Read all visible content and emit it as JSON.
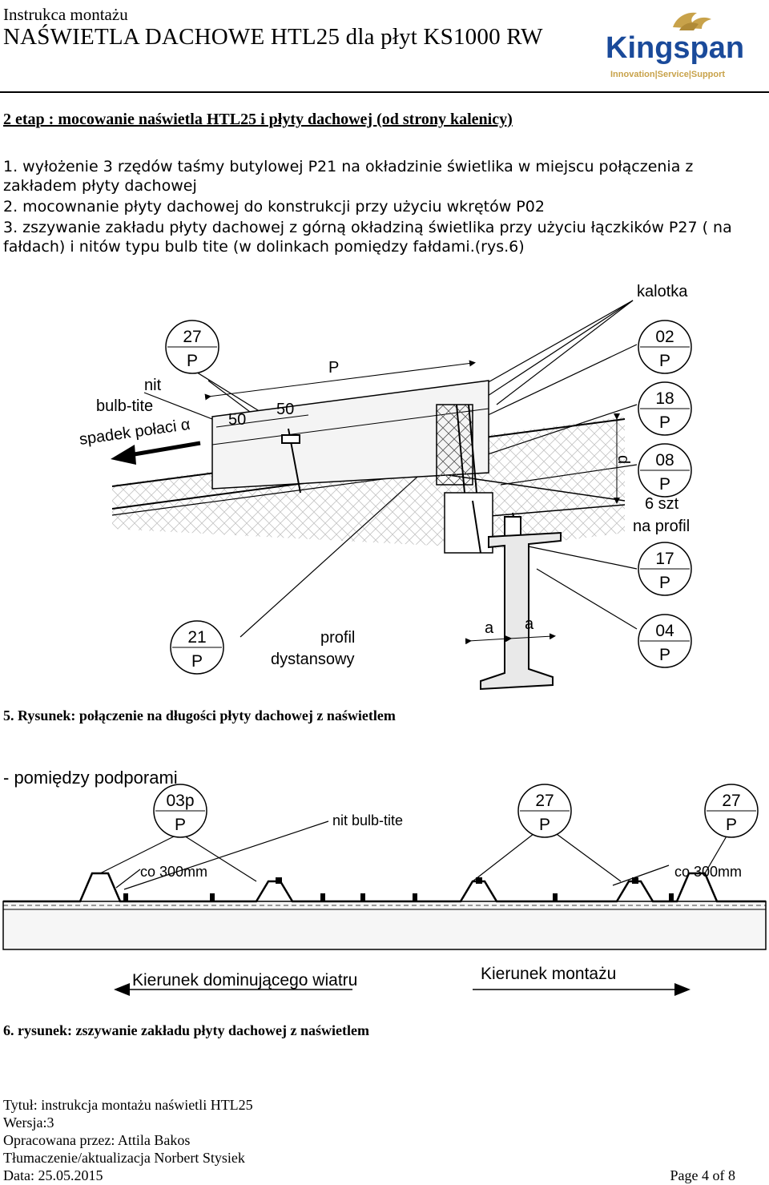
{
  "header": {
    "small_title": "Instrukca montażu",
    "big_title": "NAŚWIETLA DACHOWE HTL25 dla płyt KS1000 RW"
  },
  "logo": {
    "brand": "Kingspan",
    "tagline": "Innovation|Service|Support",
    "brand_color": "#1a4a9a",
    "accent_color": "#c8a24a"
  },
  "section": {
    "stage_heading": "2 etap : mocowanie naświetla HTL25 i płyty dachowej (od strony kalenicy)",
    "steps": [
      "1. wyłożenie 3 rzędów taśmy butylowej P21 na okładzinie świetlika w miejscu połączenia z zakładem płyty dachowej",
      "2. mocownanie płyty dachowej do konstrukcji przy użyciu wkrętów P02",
      "3. zszywanie zakładu płyty dachowej z górną okładziną świetlika przy użyciu łączkików P27 ( na fałdach) i nitów typu bulb tite (w dolinkach pomiędzy fałdami.(rys.6)"
    ]
  },
  "figure5": {
    "caption": "5. Rysunek: połączenie na długości płyty dachowej z naświetlem",
    "labels": {
      "kalotka": "kalotka",
      "nit": "nit",
      "bulb_tite": "bulb-tite",
      "spadek": "spadek połaci α",
      "p_dim": "P",
      "dim_50a": "50",
      "dim_50b": "50",
      "d_dim": "d",
      "a1": "a",
      "a2": "a",
      "szt": "6 szt",
      "na_profil": "na profil",
      "profil": "profil",
      "dystansowy": "dystansowy"
    },
    "circles": [
      {
        "id": "27",
        "sub": "P"
      },
      {
        "id": "02",
        "sub": "P"
      },
      {
        "id": "18",
        "sub": "P"
      },
      {
        "id": "08",
        "sub": "P"
      },
      {
        "id": "17",
        "sub": "P"
      },
      {
        "id": "21",
        "sub": "P"
      },
      {
        "id": "04",
        "sub": "P"
      }
    ]
  },
  "figure6": {
    "caption": "6. rysunek: zszywanie zakładu płyty dachowej z naświetlem",
    "labels": {
      "between": "- pomiędzy podporami",
      "nit_bulb": "nit bulb-tite",
      "co300_left": "co 300mm",
      "co300_right": "co 300mm",
      "wind": "Kierunek dominującego wiatru",
      "mount": "Kierunek montażu"
    },
    "circles": [
      {
        "id": "03p",
        "sub": "P"
      },
      {
        "id": "27",
        "sub": "P"
      },
      {
        "id": "27",
        "sub": "P"
      }
    ]
  },
  "footer": {
    "title": "Tytuł: instrukcja montażu naświetli HTL25",
    "version": "Wersja:3",
    "author": "Opracowana przez: Attila Bakos",
    "translation": "Tłumaczenie/aktualizacja Norbert Stysiek",
    "date": "Data: 25.05.2015",
    "page": "Page 4 of 8"
  }
}
